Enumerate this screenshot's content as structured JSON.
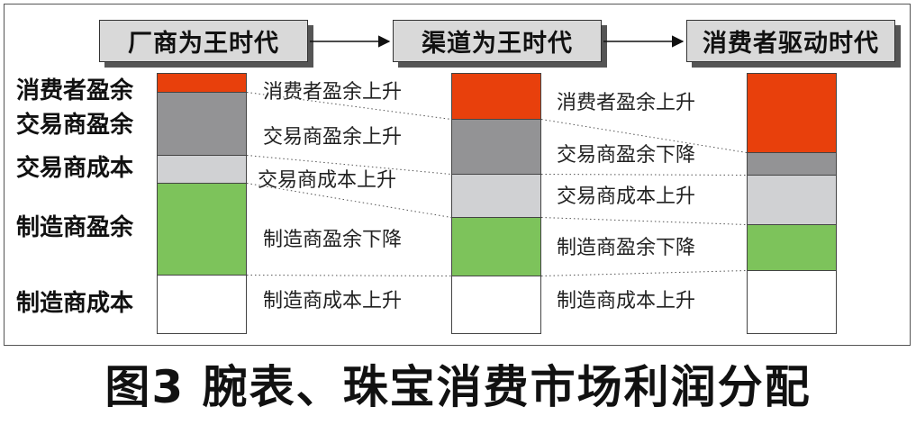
{
  "eras": [
    {
      "label": "厂商为王时代"
    },
    {
      "label": "渠道为王时代"
    },
    {
      "label": "消费者驱动时代"
    }
  ],
  "row_labels": [
    "消费者盈余",
    "交易商盈余",
    "交易商成本",
    "制造商盈余",
    "制造商成本"
  ],
  "segment_colors": {
    "consumer_surplus": "#e8400c",
    "trader_surplus": "#939395",
    "trader_cost": "#d0d1d3",
    "manufacturer_surplus": "#7dc35b",
    "manufacturer_cost": "#ffffff"
  },
  "transitions": [
    {
      "notes": [
        "消费者盈余上升",
        "交易商盈余上升",
        "交易商成本上升",
        "制造商盈余下降",
        "制造商成本上升"
      ]
    },
    {
      "notes": [
        "消费者盈余上升",
        "交易商盈余下降",
        "交易商成本上升",
        "制造商盈余下降",
        "制造商成本上升"
      ]
    }
  ],
  "caption": "图3 腕表、珠宝消费市场利润分配"
}
